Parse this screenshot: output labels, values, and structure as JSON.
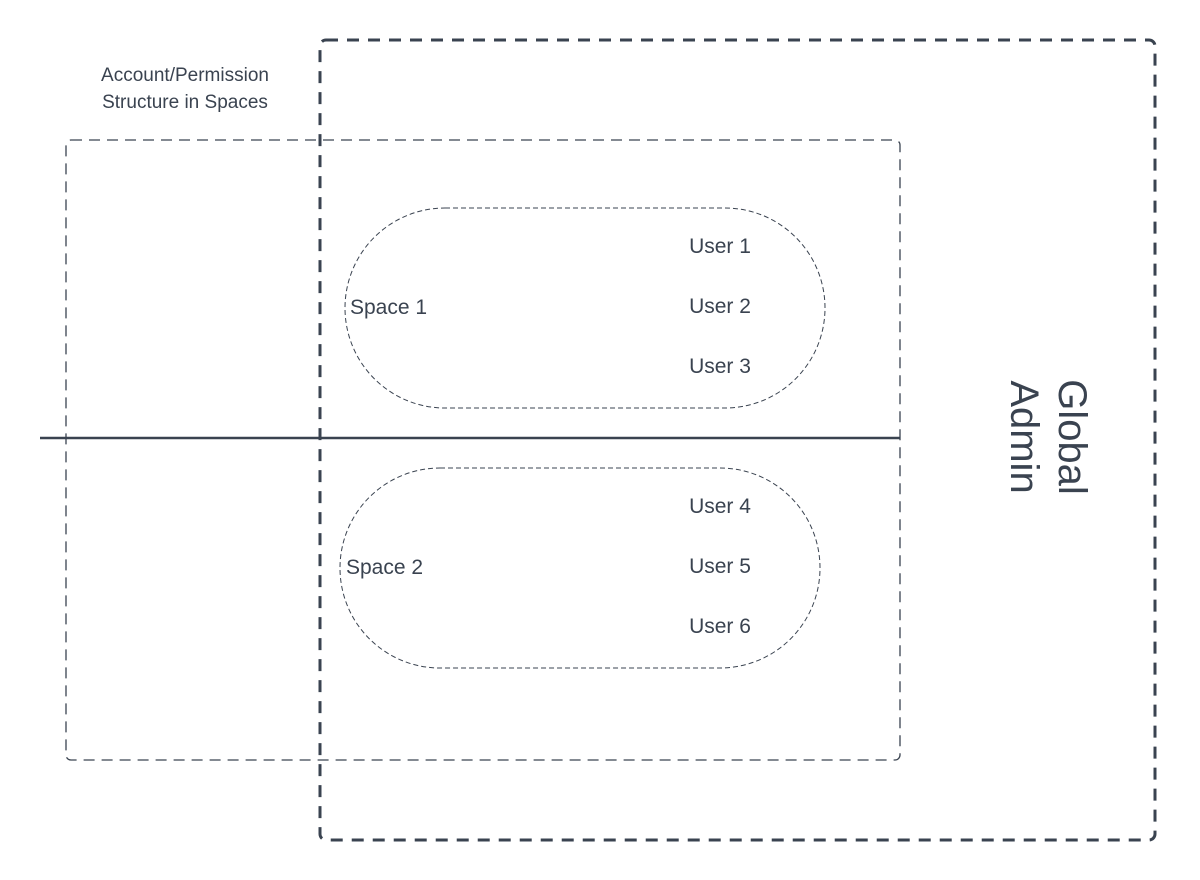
{
  "title": {
    "line1": "Account/Permission",
    "line2": "Structure in Spaces"
  },
  "global_admin": {
    "line1": "Global",
    "line2": "Admin"
  },
  "spaces": [
    {
      "label": "Space 1",
      "users": [
        "User 1",
        "User 2",
        "User 3"
      ]
    },
    {
      "label": "Space 2",
      "users": [
        "User 4",
        "User 5",
        "User 6"
      ]
    }
  ],
  "colors": {
    "stroke": "#3a4350",
    "text": "#3a4350",
    "background": "#ffffff"
  }
}
